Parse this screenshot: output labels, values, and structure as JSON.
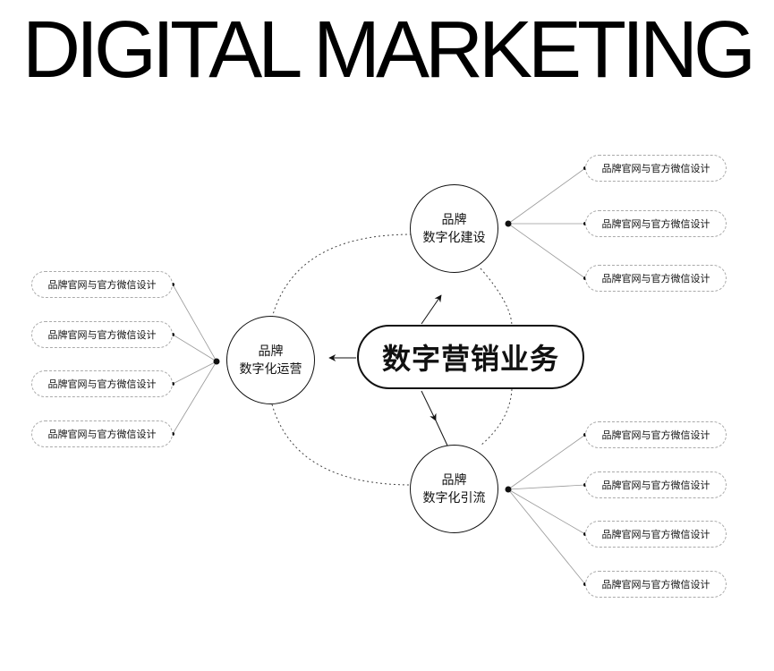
{
  "headline": "DIGITAL MARKETING",
  "center": {
    "label": "数字营销业务"
  },
  "nodes": {
    "top_right": {
      "line1": "品牌",
      "line2": "数字化建设"
    },
    "left": {
      "line1": "品牌",
      "line2": "数字化运营"
    },
    "bottom_right": {
      "line1": "品牌",
      "line2": "数字化引流"
    }
  },
  "branches": {
    "top_right": [
      "品牌官网与官方微信设计",
      "品牌官网与官方微信设计",
      "品牌官网与官方微信设计"
    ],
    "left": [
      "品牌官网与官方微信设计",
      "品牌官网与官方微信设计",
      "品牌官网与官方微信设计",
      "品牌官网与官方微信设计"
    ],
    "bottom_right": [
      "品牌官网与官方微信设计",
      "品牌官网与官方微信设计",
      "品牌官网与官方微信设计",
      "品牌官网与官方微信设计"
    ]
  }
}
